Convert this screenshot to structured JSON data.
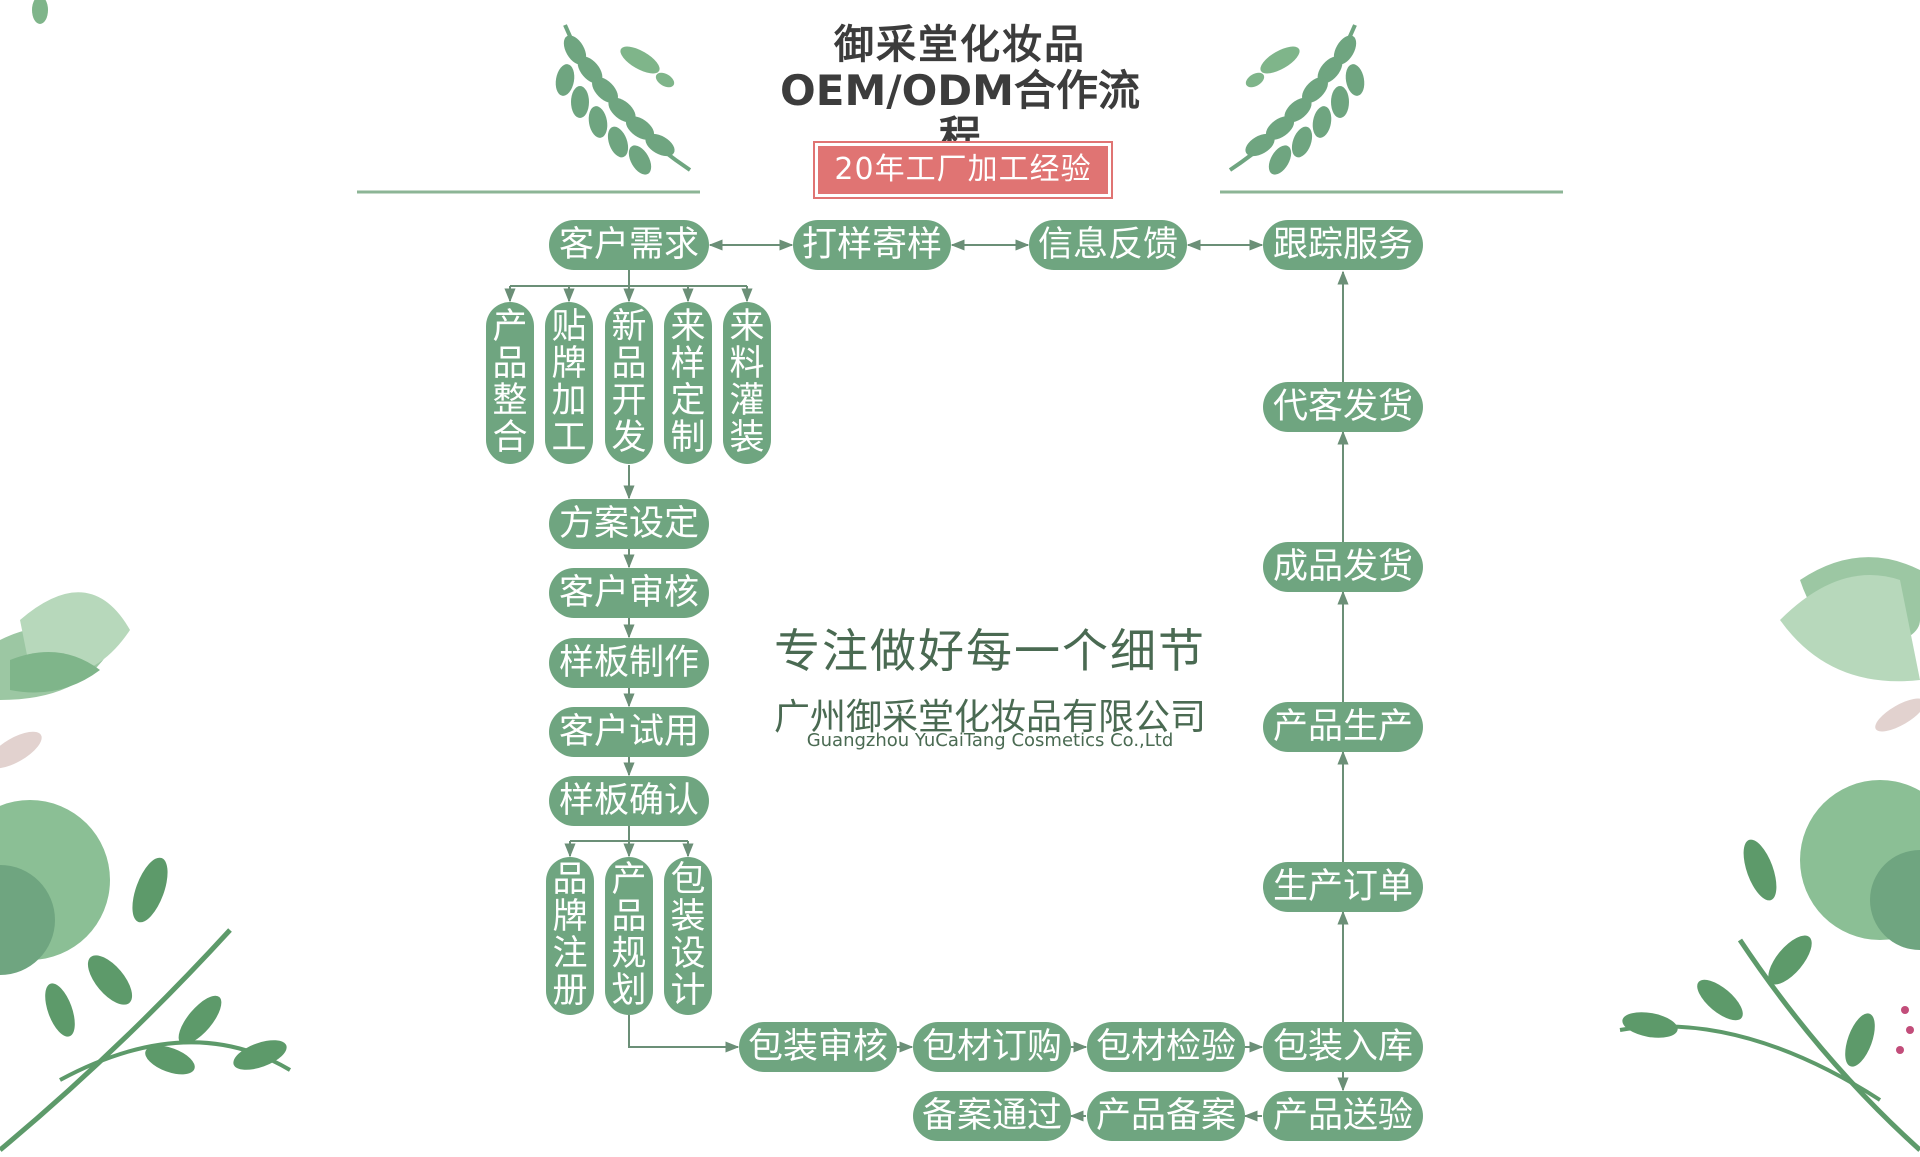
{
  "title": {
    "line1": "御采堂化妆品",
    "line2": "OEM/ODM合作流程"
  },
  "badge": "20年工厂加工经验",
  "slogan": "专注做好每一个细节",
  "company": {
    "cn": "广州御采堂化妆品有限公司",
    "en": "Guangzhou YuCaiTang Cosmetics Co.,Ltd"
  },
  "colors": {
    "pill": "#6fa580",
    "line": "#6b8f77",
    "badge": "#e07473",
    "leaf_dark": "#5d9a6a",
    "leaf_light": "#a9cfad"
  },
  "top_row": [
    "客户需求",
    "打样寄样",
    "信息反馈",
    "跟踪服务"
  ],
  "service_options": [
    "产品整合",
    "贴牌加工",
    "新品开发",
    "来样定制",
    "来料灌装"
  ],
  "sample_steps": [
    "方案设定",
    "客户审核",
    "样板制作",
    "客户试用",
    "样板确认"
  ],
  "design_options": [
    "品牌注册",
    "产品规划",
    "包装设计"
  ],
  "packaging_row": [
    "包装审核",
    "包材订购",
    "包材检验",
    "包装入库"
  ],
  "filing_row": [
    "备案通过",
    "产品备案",
    "产品送验"
  ],
  "right_column": [
    "生产订单",
    "产品生产",
    "成品发货",
    "代客发货"
  ]
}
